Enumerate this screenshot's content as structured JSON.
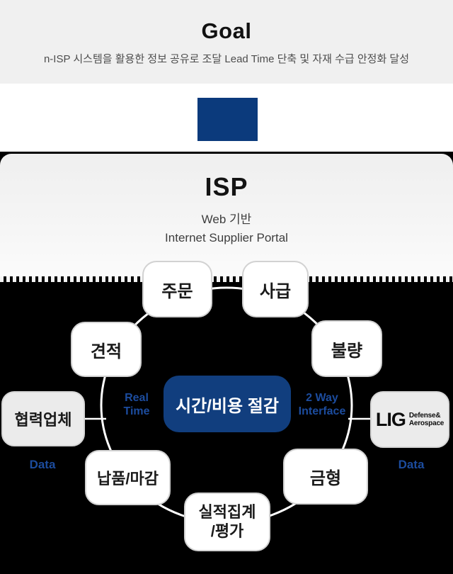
{
  "goal": {
    "title": "Goal",
    "subtitle": "n-ISP 시스템을 활용한 정보 공유로 조달 Lead Time 단축 및 자재 수급 안정화 달성"
  },
  "isp": {
    "title": "ISP",
    "subtitle_line1": "Web 기반",
    "subtitle_line2": "Internet Supplier Portal"
  },
  "diagram": {
    "center_label": "시간/비용 절감",
    "nodes": {
      "order": "주문",
      "supply": "사급",
      "quote": "견적",
      "defect": "불량",
      "delivery": "납품/마감",
      "mold": "금형",
      "performance_line1": "실적집계",
      "performance_line2": "/평가"
    },
    "partner_label": "협력업체",
    "lig": {
      "name": "LIG",
      "sub_line1": "Defense&",
      "sub_line2": "Aerospace"
    },
    "labels": {
      "real_time_line1": "Real",
      "real_time_line2": "Time",
      "interface_line1": "2 Way",
      "interface_line2": "Interface",
      "data_left": "Data",
      "data_right": "Data"
    }
  },
  "colors": {
    "header_bg": "#f0f0f0",
    "navy_arrow": "#0b3a7c",
    "center_navy": "#113e7e",
    "blue_label": "#1c4c9e",
    "black_bg": "#000000",
    "card_top_gray": "#efefef",
    "partner_gray": "#ebebeb",
    "ring_white": "#ffffff"
  }
}
